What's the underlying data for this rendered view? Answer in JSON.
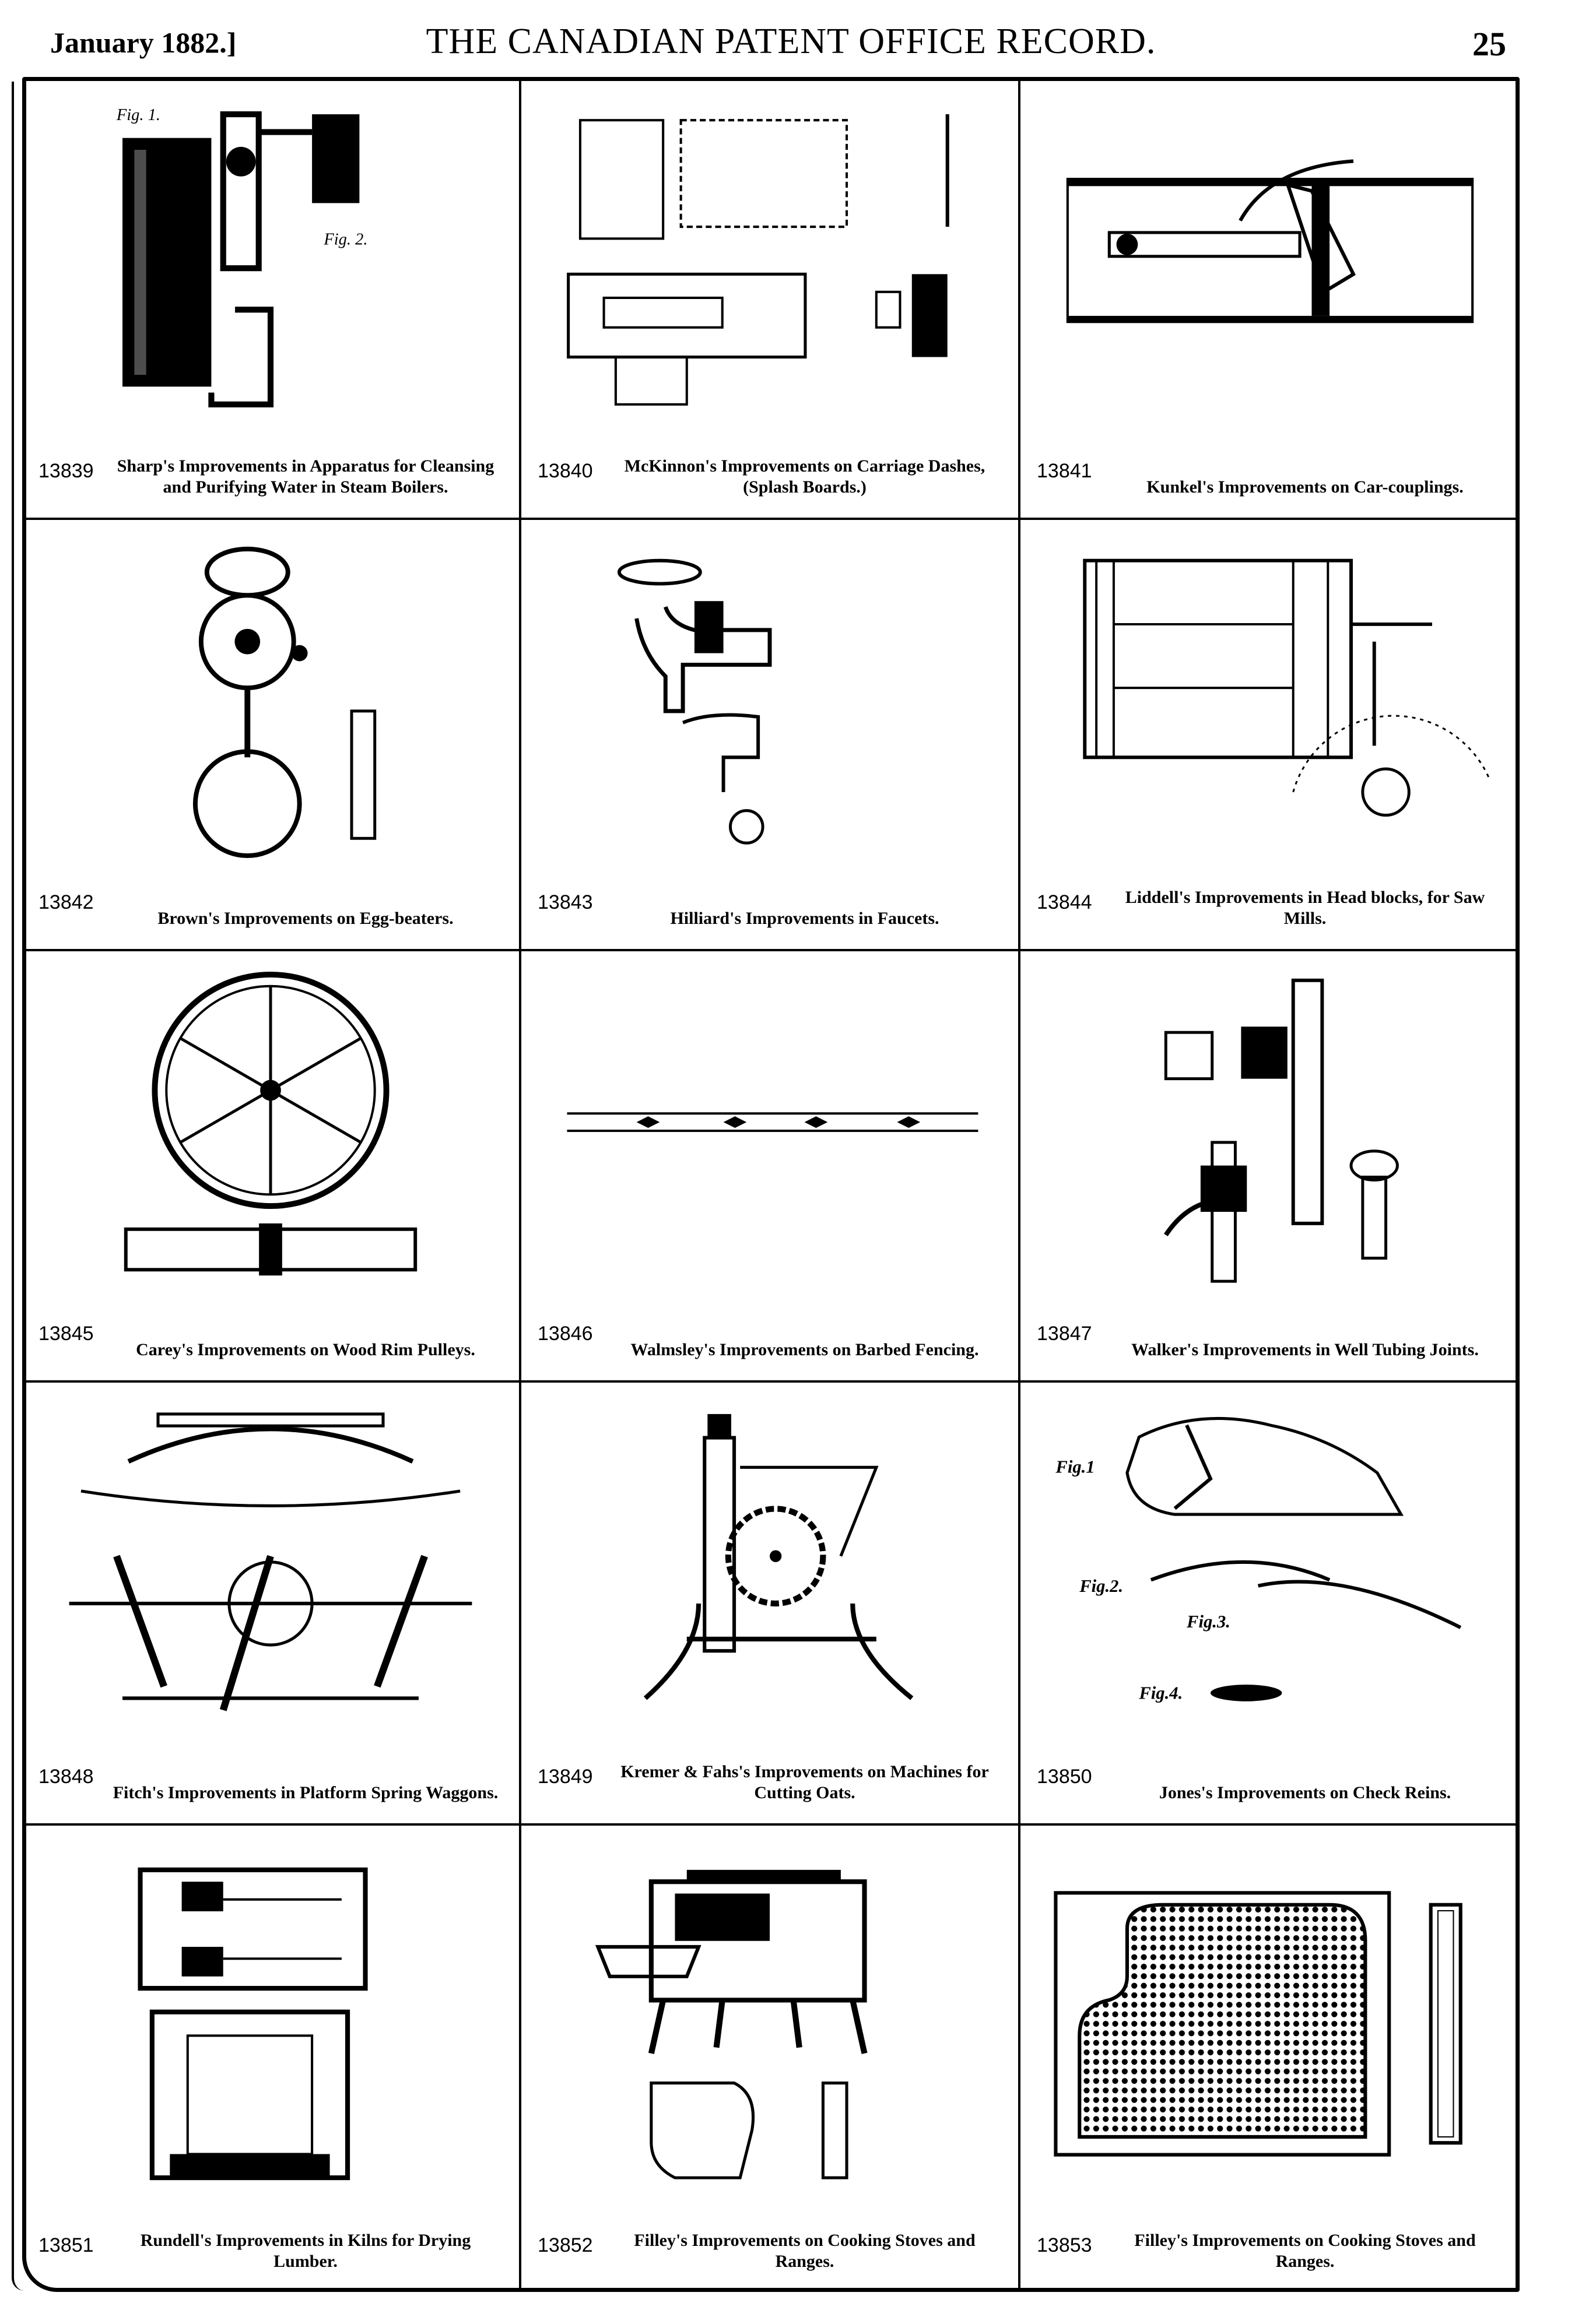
{
  "header": {
    "date": "January 1882.]",
    "title": "THE CANADIAN PATENT OFFICE RECORD.",
    "page_number": "25"
  },
  "patents": [
    {
      "number": "13839",
      "caption": "Sharp's Improvements in Apparatus for Cleansing and Purifying Water in Steam Boilers.",
      "figure": "boiler-apparatus"
    },
    {
      "number": "13840",
      "caption": "McKinnon's Improvements on Carriage Dashes, (Splash Boards.)",
      "figure": "carriage-dash"
    },
    {
      "number": "13841",
      "caption": "Kunkel's Improvements on Car-couplings.",
      "figure": "car-coupling"
    },
    {
      "number": "13842",
      "caption": "Brown's Improvements on Egg-beaters.",
      "figure": "egg-beater"
    },
    {
      "number": "13843",
      "caption": "Hilliard's Improvements in Faucets.",
      "figure": "faucet"
    },
    {
      "number": "13844",
      "caption": "Liddell's Improvements in Head blocks, for Saw Mills.",
      "figure": "head-block"
    },
    {
      "number": "13845",
      "caption": "Carey's Improvements on Wood Rim Pulleys.",
      "figure": "pulley-wheel"
    },
    {
      "number": "13846",
      "caption": "Walmsley's Improvements on Barbed Fencing.",
      "figure": "barbed-fence"
    },
    {
      "number": "13847",
      "caption": "Walker's Improvements in Well Tubing Joints.",
      "figure": "well-tubing"
    },
    {
      "number": "13848",
      "caption": "Fitch's Improvements in Platform Spring Waggons.",
      "figure": "spring-waggon"
    },
    {
      "number": "13849",
      "caption": "Kremer & Fahs's Improvements on Machines for Cutting Oats.",
      "figure": "oat-cutter"
    },
    {
      "number": "13850",
      "caption": "Jones's Improvements on Check Reins.",
      "figure": "check-rein"
    },
    {
      "number": "13851",
      "caption": "Rundell's Improvements in Kilns for Drying Lumber.",
      "figure": "kiln"
    },
    {
      "number": "13852",
      "caption": "Filley's Improvements on Cooking Stoves and Ranges.",
      "figure": "cooking-stove"
    },
    {
      "number": "13853",
      "caption": "Filley's Improvements on Cooking Stoves and Ranges.",
      "figure": "stove-grate"
    }
  ]
}
